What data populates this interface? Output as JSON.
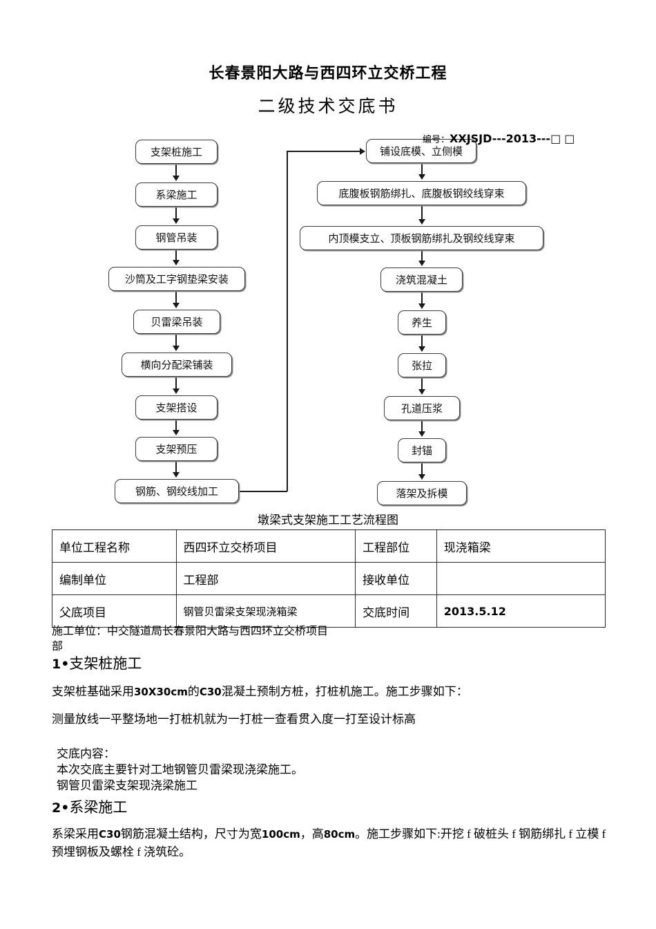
{
  "document": {
    "title_line1": "长春景阳大路与西四环立交桥工程",
    "title_line2": "二级技术交底书",
    "number_label": "编号：",
    "number_value": "XXJSJD---2013---",
    "number_boxes": "□ □"
  },
  "flowchart": {
    "caption": "墩梁式支架施工工艺流程图",
    "left_column": [
      "支架桩施工",
      "系梁施工",
      "钢管吊装",
      "沙筒及工字钢垫梁安装",
      "贝雷梁吊装",
      "横向分配梁铺装",
      "支架搭设",
      "支架预压",
      "钢筋、钢绞线加工"
    ],
    "right_column": [
      "铺设底模、立侧模",
      "底腹板钢筋绑扎、底腹板钢绞线穿束",
      "内顶模支立、顶板钢筋绑扎及钢绞线穿束",
      "浇筑混凝土",
      "养生",
      "张拉",
      "孔道压浆",
      "封锚",
      "落架及拆模"
    ]
  },
  "info_table": {
    "rows": [
      {
        "label1": "单位工程名称",
        "value1": "西四环立交桥项目",
        "label2": "工程部位",
        "value2": "现浇箱梁"
      },
      {
        "label1": "编制单位",
        "value1": "工程部",
        "label2": "接收单位",
        "value2": ""
      },
      {
        "label1": "父底项目",
        "value1": "钢管贝雷梁支架现浇箱梁",
        "label2": "交底时间",
        "value2": "2013.5.12"
      }
    ]
  },
  "body": {
    "constructor_line1": "施工单位：中交隧道局长春景阳大路与西四环立交桥项目",
    "constructor_line2": "部",
    "section1_heading_num": "1",
    "section1_heading_sep": "•",
    "section1_heading_text": "支架桩施工",
    "section1_para1_a": "支架桩基础采用",
    "section1_para1_b": "30X30cm",
    "section1_para1_c": "的",
    "section1_para1_d": "C30",
    "section1_para1_e": "混凝土预制方桩，打桩机施工。施工步骤如下：",
    "section1_para2": "测量放线一平整场地一打桩机就为一打桩一查看贯入度一打至设计标高",
    "note_title": "交底内容：",
    "note_line1": "本次交底主要针对工地钢管贝雷梁现浇梁施工。",
    "note_line2": "钢管贝雷梁支架现浇梁施工",
    "section2_heading_num": "2",
    "section2_heading_sep": "•",
    "section2_heading_text": "系梁施工",
    "section2_para_a": "系梁采用",
    "section2_para_b": "C30",
    "section2_para_c": "钢筋混凝土结构，尺寸为宽",
    "section2_para_d": "100cm",
    "section2_para_e": "，高",
    "section2_para_f": "80cm",
    "section2_para_g": "。施工步骤如下:开挖 f 破桩头 f 钢筋绑扎 f 立模 f 预埋钢板及螺栓 f 浇筑砼。"
  }
}
